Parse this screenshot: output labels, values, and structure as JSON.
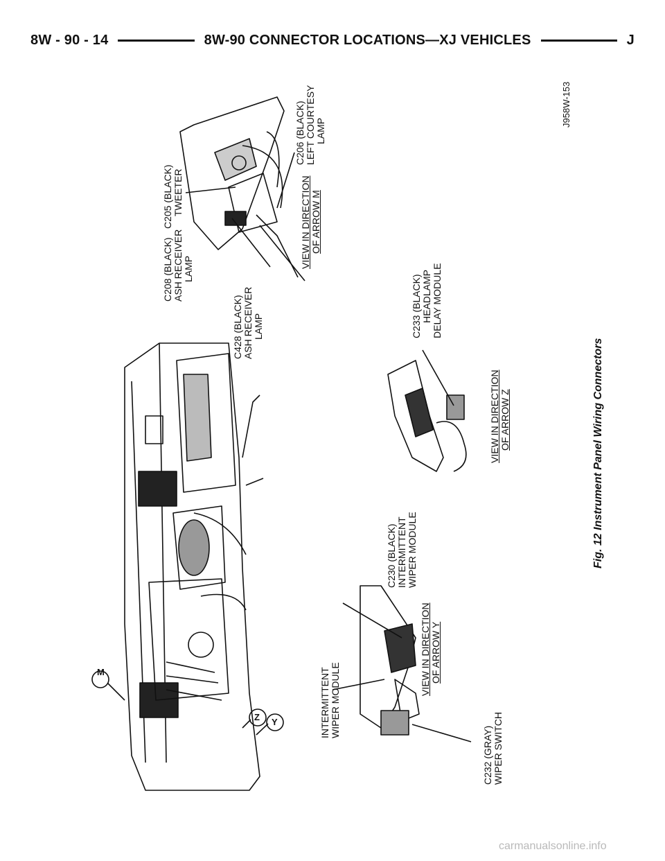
{
  "header": {
    "left": "8W - 90 - 14",
    "center": "8W-90 CONNECTOR LOCATIONS—XJ VEHICLES",
    "right": "J"
  },
  "figure": {
    "caption": "Fig. 12 Instrument Panel Wiring Connectors",
    "code": "J958W-153",
    "arrows": [
      "M",
      "Z",
      "Y"
    ]
  },
  "labels": {
    "c205": [
      "C205 (BLACK)",
      "TWEETER"
    ],
    "c206": [
      "C206 (BLACK)",
      "LEFT COURTESY",
      "LAMP"
    ],
    "c208": [
      "C208 (BLACK)",
      "ASH RECEIVER",
      "LAMP"
    ],
    "c428": [
      "C428 (BLACK)",
      "ASH RECEIVER",
      "LAMP"
    ],
    "view_m": [
      "VIEW IN DIRECTION",
      "OF ARROW M"
    ],
    "c233": [
      "C233 (BLACK)",
      "HEADLAMP",
      "DELAY MODULE"
    ],
    "view_z": [
      "VIEW IN DIRECTION",
      "OF ARROW Z"
    ],
    "c230": [
      "C230 (BLACK)",
      "INTERMITTENT",
      "WIPER MODULE"
    ],
    "view_y": [
      "VIEW IN DIRECTION",
      "OF ARROW Y"
    ],
    "intermittent": [
      "INTERMITTENT",
      "WIPER MODULE"
    ],
    "c232": [
      "C232 (GRAY)",
      "WIPER SWITCH"
    ]
  },
  "watermark": "carmanualsonline.info"
}
